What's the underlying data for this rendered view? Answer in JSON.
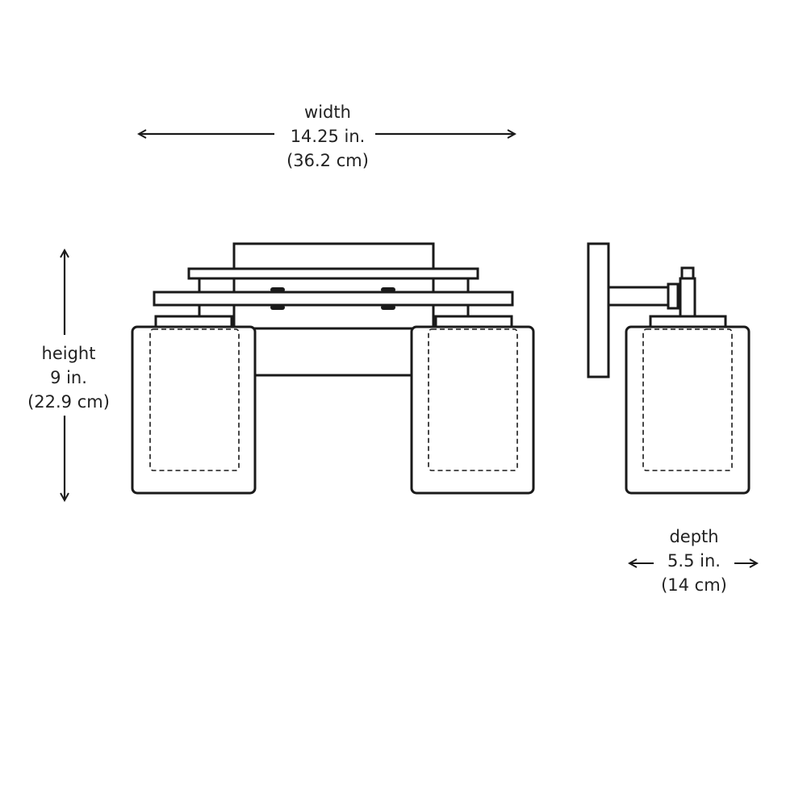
{
  "dimensions": {
    "width": {
      "name": "width",
      "imperial": "14.25 in.",
      "metric": "(36.2 cm)"
    },
    "height": {
      "name": "height",
      "imperial": "9 in.",
      "metric": "(22.9 cm)"
    },
    "depth": {
      "name": "depth",
      "imperial": "5.5 in.",
      "metric": "(14 cm)"
    }
  },
  "colors": {
    "line": "#1a1a1a",
    "text": "#222222",
    "background": "#ffffff"
  }
}
